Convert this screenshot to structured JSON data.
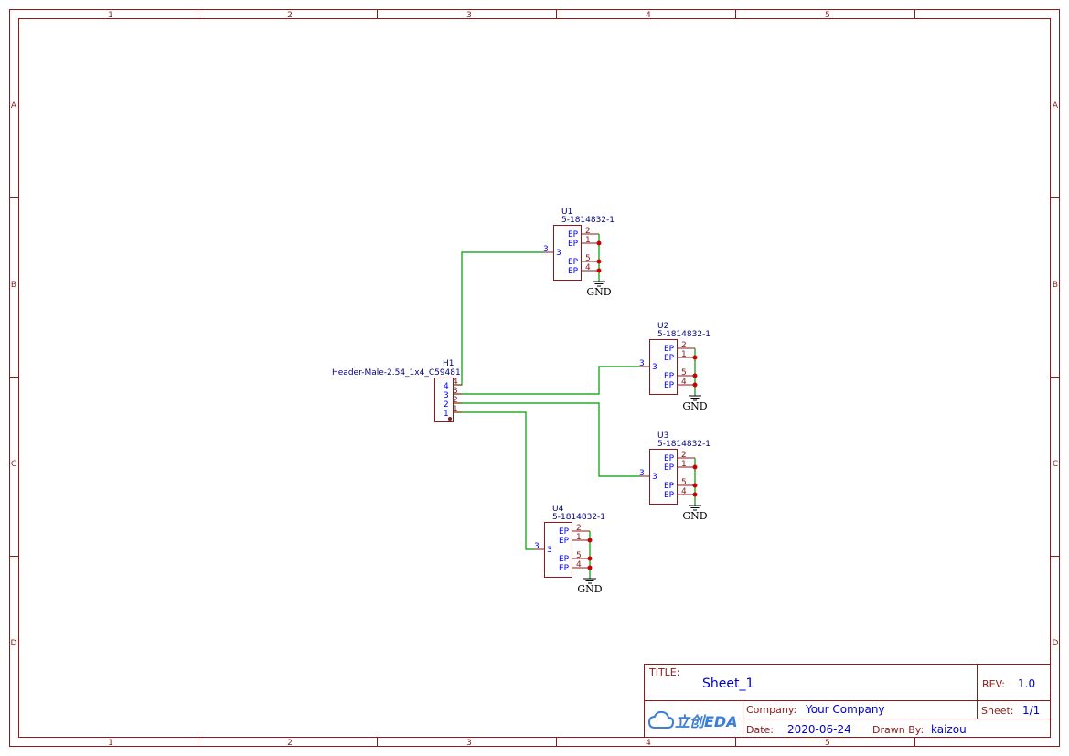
{
  "frame": {
    "columns": [
      "1",
      "2",
      "3",
      "4",
      "5"
    ],
    "rows": [
      "A",
      "B",
      "C",
      "D"
    ]
  },
  "title_block": {
    "title_label": "TITLE:",
    "title": "Sheet_1",
    "rev_label": "REV:",
    "rev": "1.0",
    "company_label": "Company:",
    "company": "Your Company",
    "sheet_label": "Sheet:",
    "sheet": "1/1",
    "date_label": "Date:",
    "date": "2020-06-24",
    "drawn_label": "Drawn By:",
    "drawn_by": "kaizou",
    "logo_text": "立创EDA"
  },
  "header": {
    "ref": "H1",
    "value": "Header-Male-2.54_1x4_C59481",
    "pins": [
      "4",
      "3",
      "2",
      "1"
    ]
  },
  "connectors": [
    {
      "ref": "U1",
      "value": "5-1814832-1",
      "pin3": "3",
      "ep": [
        {
          "label": "EP",
          "num": "2"
        },
        {
          "label": "EP",
          "num": "1"
        },
        {
          "label": "EP",
          "num": "5"
        },
        {
          "label": "EP",
          "num": "4"
        }
      ],
      "gnd": "GND"
    },
    {
      "ref": "U2",
      "value": "5-1814832-1",
      "pin3": "3",
      "ep": [
        {
          "label": "EP",
          "num": "2"
        },
        {
          "label": "EP",
          "num": "1"
        },
        {
          "label": "EP",
          "num": "5"
        },
        {
          "label": "EP",
          "num": "4"
        }
      ],
      "gnd": "GND"
    },
    {
      "ref": "U3",
      "value": "5-1814832-1",
      "pin3": "3",
      "ep": [
        {
          "label": "EP",
          "num": "2"
        },
        {
          "label": "EP",
          "num": "1"
        },
        {
          "label": "EP",
          "num": "5"
        },
        {
          "label": "EP",
          "num": "4"
        }
      ],
      "gnd": "GND"
    },
    {
      "ref": "U4",
      "value": "5-1814832-1",
      "pin3": "3",
      "ep": [
        {
          "label": "EP",
          "num": "2"
        },
        {
          "label": "EP",
          "num": "1"
        },
        {
          "label": "EP",
          "num": "5"
        },
        {
          "label": "EP",
          "num": "4"
        }
      ],
      "gnd": "GND"
    }
  ],
  "colors": {
    "frame": "#8b1a1a",
    "wire": "#009900",
    "junction": "#cc0000",
    "pin_text": "#0000ff",
    "value_text": "#0000cc"
  }
}
